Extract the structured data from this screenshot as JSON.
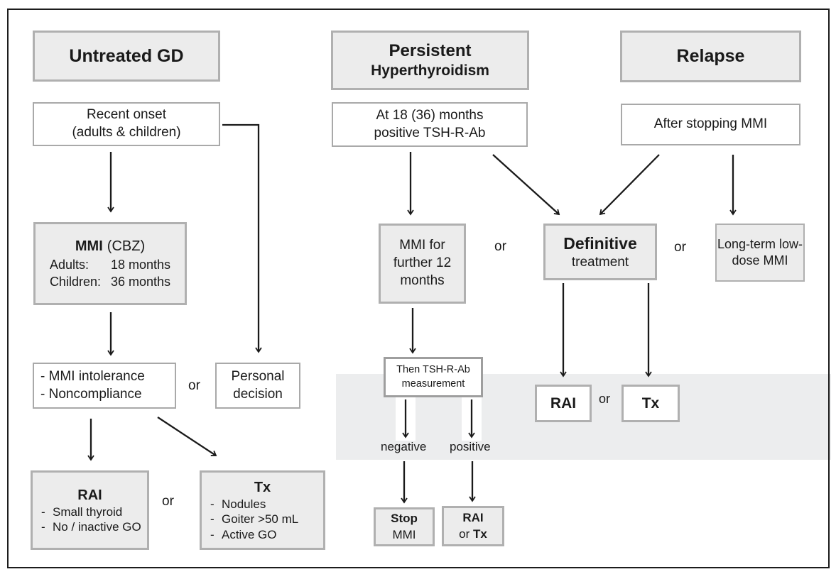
{
  "colors": {
    "box_fill": "#ececec",
    "box_border": "#b0b0b0",
    "white_box_border": "#a9a9a9",
    "band_fill": "#ecedee",
    "arrow": "#1a1a1a"
  },
  "labels": {
    "or": "or",
    "negative": "negative",
    "positive": "positive",
    "dash": "-"
  },
  "headers": {
    "untreated_gd": "Untreated GD",
    "persistent_line1": "Persistent",
    "persistent_line2": "Hyperthyroidism",
    "relapse": "Relapse"
  },
  "nodes": {
    "recent_onset": {
      "line1": "Recent onset",
      "line2": "(adults & children)"
    },
    "at_18_months": {
      "line1": "At 18 (36) months",
      "line2": "positive TSH-R-Ab"
    },
    "after_stopping": {
      "text": "After stopping MMI"
    },
    "mmi_cbz": {
      "title_bold": "MMI",
      "title_rest": "(CBZ)",
      "rows": [
        [
          "Adults:",
          "18 months"
        ],
        [
          "Children:",
          "36 months"
        ]
      ]
    },
    "mmi_further": {
      "text": "MMI for further 12 months"
    },
    "definitive": {
      "line1": "Definitive",
      "line2": "treatment"
    },
    "long_term": {
      "text": "Long-term low-dose MMI"
    },
    "intolerance": {
      "line1": "- MMI intolerance",
      "line2": "- Noncompliance"
    },
    "personal": {
      "line1": "Personal",
      "line2": "decision"
    },
    "rai_left": {
      "title": "RAI",
      "items": [
        "Small thyroid",
        "No / inactive GO"
      ]
    },
    "tx_left": {
      "title": "Tx",
      "items": [
        "Nodules",
        "Goiter >50 mL",
        "Active GO"
      ]
    },
    "then_tsh": {
      "line1": "Then TSH-R-Ab",
      "line2": "measurement"
    },
    "rai_def": {
      "text": "RAI"
    },
    "tx_def": {
      "text": "Tx"
    },
    "stop_mmi": {
      "line1_bold": "Stop",
      "line2": "MMI"
    },
    "rai_or_tx": {
      "line1_bold": "RAI",
      "line2_pre": "or",
      "line2_bold": "Tx"
    }
  },
  "edges": [
    {
      "from": "recent-onset",
      "to": "mmi-cbz"
    },
    {
      "from": "recent-onset",
      "to": "personal-decision"
    },
    {
      "from": "mmi-cbz",
      "to": "mmi-intolerance"
    },
    {
      "from": "mmi-intolerance",
      "to": "rai-left"
    },
    {
      "from": "mmi-intolerance",
      "to": "tx-left"
    },
    {
      "from": "at-18-months",
      "to": "mmi-further"
    },
    {
      "from": "at-18-months",
      "to": "definitive-treatment"
    },
    {
      "from": "after-stopping-mmi",
      "to": "definitive-treatment"
    },
    {
      "from": "after-stopping-mmi",
      "to": "long-term-mmi"
    },
    {
      "from": "mmi-further",
      "to": "then-tsh-measurement"
    },
    {
      "from": "then-tsh-measurement",
      "to": "stop-mmi",
      "label": "negative"
    },
    {
      "from": "then-tsh-measurement",
      "to": "rai-or-tx",
      "label": "positive"
    },
    {
      "from": "definitive-treatment",
      "to": "rai-definitive"
    },
    {
      "from": "definitive-treatment",
      "to": "tx-definitive"
    }
  ]
}
